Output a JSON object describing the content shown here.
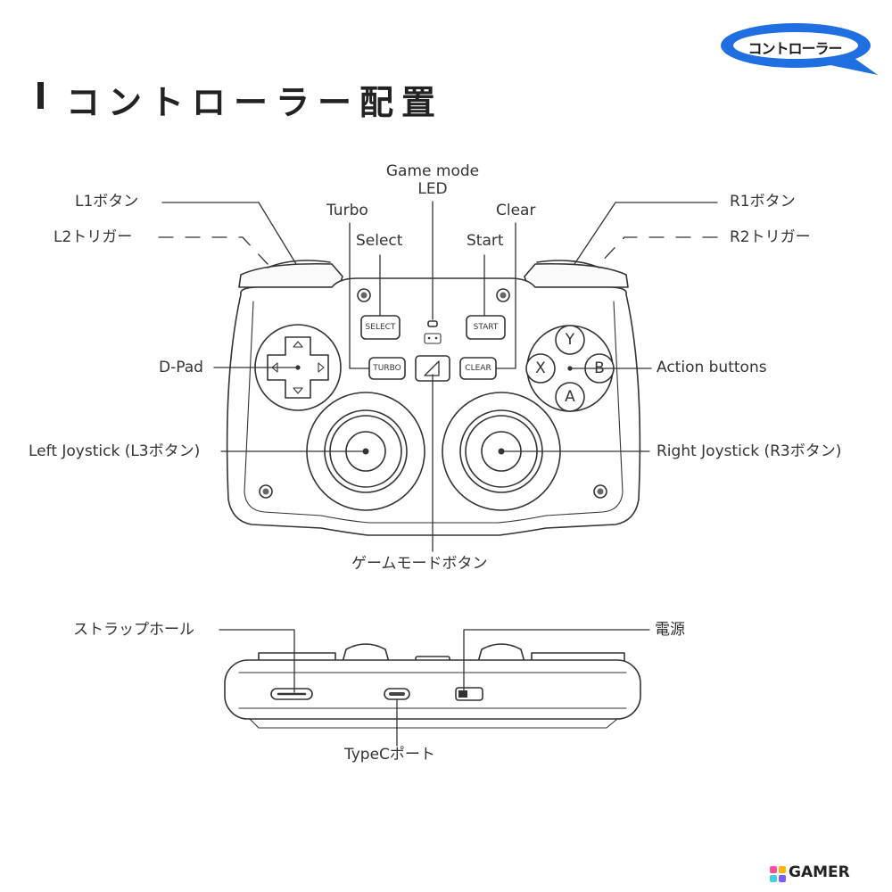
{
  "badge": {
    "text": "コントローラー"
  },
  "title": "コントローラー配置",
  "labels": {
    "l1": "L1ボタン",
    "l2": "L2トリガー",
    "r1": "R1ボタン",
    "r2": "R2トリガー",
    "game_mode_led": "Game mode\nLED",
    "turbo": "Turbo",
    "clear": "Clear",
    "select": "Select",
    "start": "Start",
    "dpad": "D-Pad",
    "action": "Action buttons",
    "left_joystick": "Left Joystick (L3ボタン)",
    "right_joystick": "Right Joystick (R3ボタン)",
    "game_mode_button": "ゲームモードボタン",
    "strap_hole": "ストラップホール",
    "power": "電源",
    "typec_port": "TypeCポート"
  },
  "buttons": {
    "select": "SELECT",
    "start": "START",
    "turbo": "TURBO",
    "clear": "CLEAR",
    "y": "Y",
    "x": "X",
    "b": "B",
    "a": "A"
  },
  "footer": {
    "brand": "GAMER"
  },
  "colors": {
    "badge_blue": "#1f6fe0",
    "line": "#333333"
  }
}
